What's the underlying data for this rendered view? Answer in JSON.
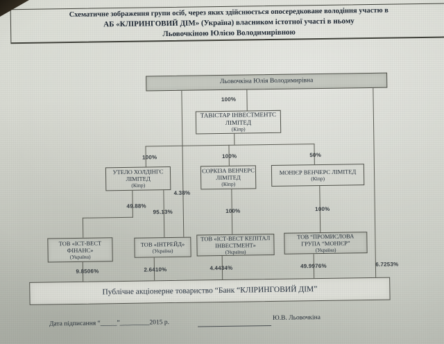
{
  "document_title": {
    "line1": "Схематичне зображення групи осіб, через яких здійснюється опосередковане володіння участю в",
    "line2": "АБ «КЛІРИНГОВИЙ ДІМ» (Україна)  власником  істотної участі в ньому",
    "line3": "Льовочкіною Юлією Володимирівною"
  },
  "nodes": {
    "owner": {
      "line1": "Льовочкіна Юлія Володимирівна"
    },
    "tavistar": {
      "line1": "ТАВІСТАР ІНВЕСТМЕНТС",
      "line2": "ЛІМІТЕД",
      "country": "(Кіпр)"
    },
    "utelo": {
      "line1": "УТЕЛО ХОЛДІНГС",
      "line2": "ЛІМІТЕД",
      "country": "(Кіпр)"
    },
    "sorkiza": {
      "line1": "СОРКІЗА ВЕНЧЕРС",
      "line2": "ЛІМІТЕД",
      "country": "(Кіпр)"
    },
    "monier": {
      "line1": "МОНІЄР ВЕНЧЕРС ЛІМІТЕД",
      "country": "(Кіпр)"
    },
    "east_west_finance": {
      "line1": "ТОВ «ІСТ-ВЕСТ",
      "line2": "ФІНАНС»",
      "country": "(Україна)"
    },
    "intreid": {
      "line1": "ТОВ «ІНТРЕЙД»",
      "country": "(Україна)"
    },
    "east_west_capital": {
      "line1": "ТОВ «ІСТ-ВЕСТ КЕПІТАЛ",
      "line2": "ІНВЕСТМЕНТ»",
      "country": "(Україна)"
    },
    "prom_group_monier": {
      "line1": "ТОВ “ПРОМИСЛОВА",
      "line2": "ГРУПА “МОНІЄР”",
      "country": "(Україна)"
    },
    "bank": {
      "line1": "Публічне акціонерне товариство  “Банк “КЛІРИНГОВИЙ ДІМ”"
    }
  },
  "ownership": {
    "owner_to_tavistar": "100%",
    "tavistar_to_utelo": "100%",
    "tavistar_to_sorkiza": "100%",
    "tavistar_to_monier": "50%",
    "owner_to_intreid": "4.38%",
    "utelo_to_finance": "49.88%",
    "utelo_to_intreid": "95.13%",
    "sorkiza_to_capital": "100%",
    "monier_to_prom": "100%",
    "finance_to_bank": "9.8506%",
    "intreid_to_bank": "2.6410%",
    "capital_to_bank": "4.4434%",
    "prom_to_bank": "49.9976%",
    "owner_to_bank": "6.7253%"
  },
  "footer": {
    "date_line": "Дата підписання “_____”_________2015 р.",
    "signatory": "Ю.В. Льовочкіна"
  },
  "colors": {
    "paper": "#d4d6ce",
    "box_fill": "#c5c8c0",
    "bank_fill": "#dedfd8",
    "line": "#5b5c54",
    "ink": "#1b2531"
  }
}
